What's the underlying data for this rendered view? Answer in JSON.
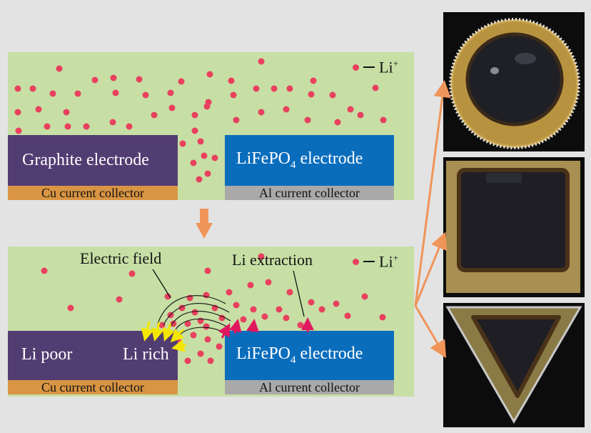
{
  "legend": {
    "symbol": "— Li",
    "superscript": "+"
  },
  "top_panel": {
    "graphite_label": "Graphite electrode",
    "lfp_label": "LiFePO",
    "lfp_sub": "4",
    "lfp_suffix": " electrode",
    "cu_label": "Cu current collector",
    "al_label": "Al current collector"
  },
  "bottom_panel": {
    "electric_field_label": "Electric field",
    "li_extraction_label": "Li extraction",
    "li_poor_label": "Li poor",
    "li_rich_label": "Li rich",
    "lfp_label": "LiFePO",
    "lfp_sub": "4",
    "lfp_suffix": " electrode",
    "cu_label": "Cu current collector",
    "al_label": "Al current collector"
  },
  "colors": {
    "panel_bg": "#c7dfa5",
    "graphite": "#523d72",
    "lfp": "#0a6dbc",
    "cu": "#d99543",
    "al": "#a9a9a9",
    "li_dot": "#e8415e",
    "yellow_arrow": "#f5e600",
    "pink_arrow": "#e0185f",
    "orange_arrow": "#f0955a"
  },
  "photos": [
    "circular-electrode-photo",
    "square-electrode-photo",
    "triangular-electrode-photo"
  ]
}
